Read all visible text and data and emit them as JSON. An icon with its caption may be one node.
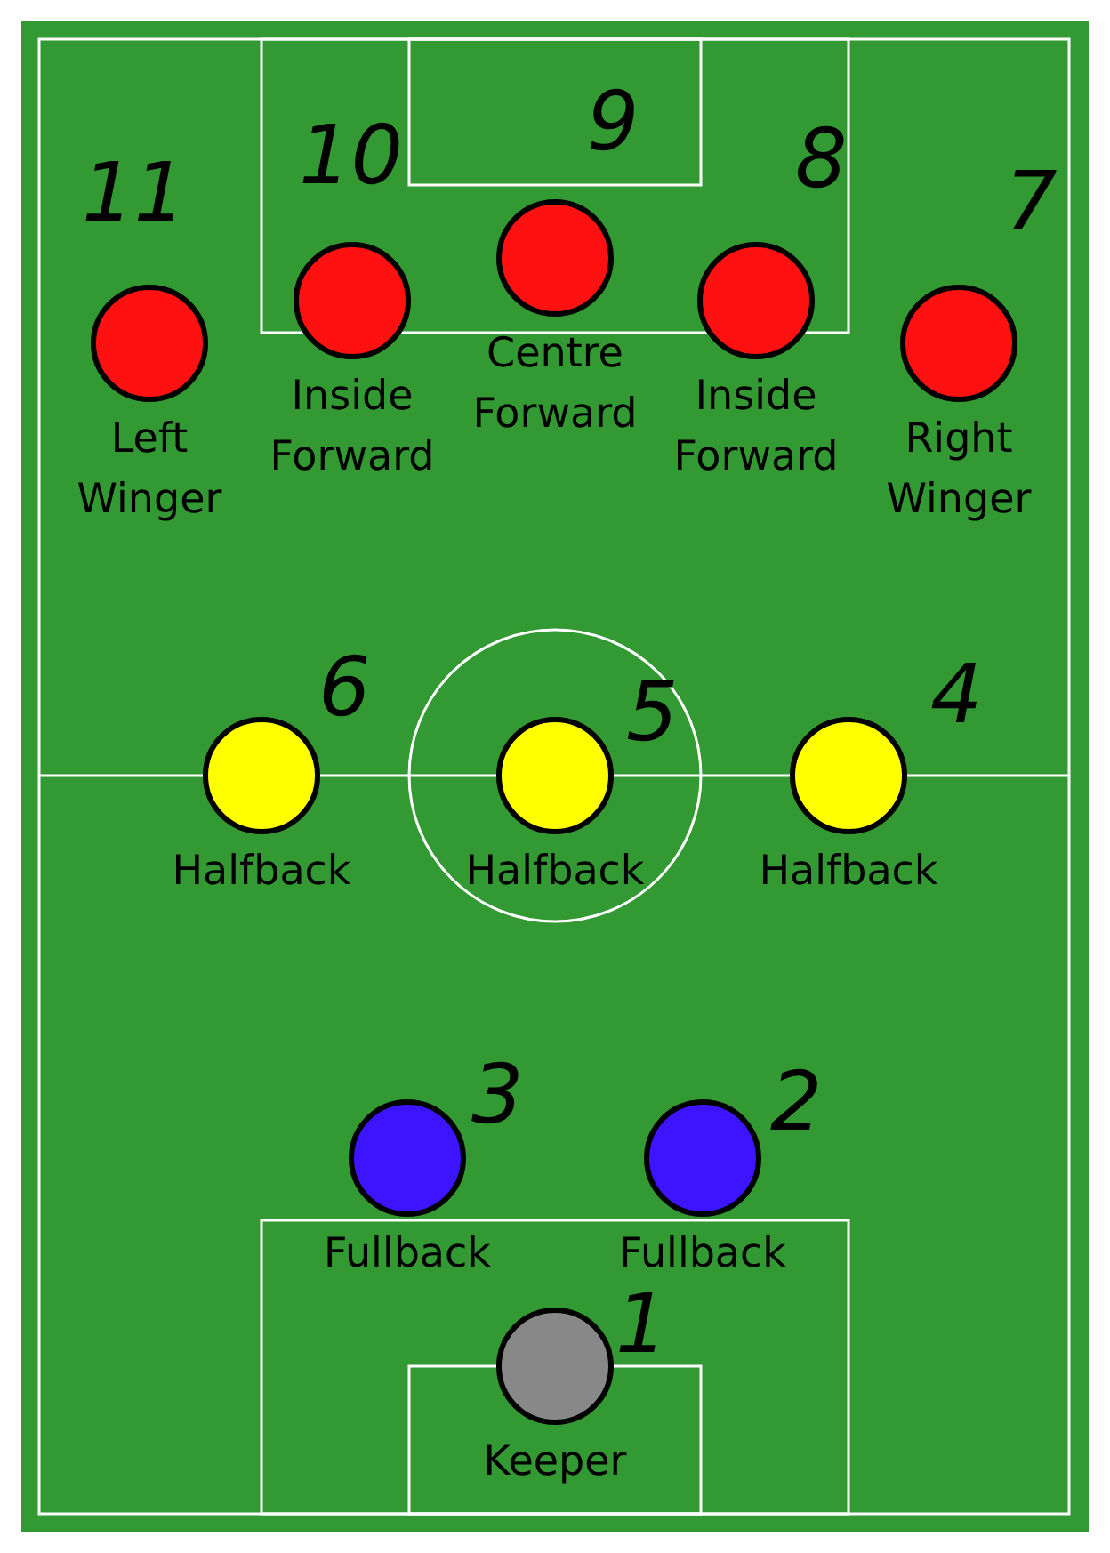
{
  "diagram": {
    "nodes": [
      {
        "text": [
          "Left Winger"
        ],
        "beside": [
          "11"
        ]
      },
      {
        "text": [
          "Inside Forward"
        ],
        "beside": [
          "10"
        ]
      },
      {
        "text": [
          "Centre Forward"
        ],
        "beside": [
          "9"
        ]
      },
      {
        "text": [
          "Inside Forward"
        ],
        "beside": [
          "8"
        ]
      },
      {
        "text": [
          "Right Winger"
        ],
        "beside": [
          "7"
        ]
      },
      {
        "text": [
          "Halfback"
        ],
        "beside": [
          "6"
        ]
      },
      {
        "text": [
          "Halfback"
        ],
        "beside": [
          "5"
        ]
      },
      {
        "text": [
          "Halfback"
        ],
        "beside": [
          "4"
        ]
      },
      {
        "text": [
          "Fullback"
        ],
        "beside": [
          "3"
        ]
      },
      {
        "text": [
          "Fullback"
        ],
        "beside": [
          "2"
        ]
      },
      {
        "text": [
          "Keeper"
        ],
        "beside": [
          "1"
        ]
      }
    ]
  }
}
